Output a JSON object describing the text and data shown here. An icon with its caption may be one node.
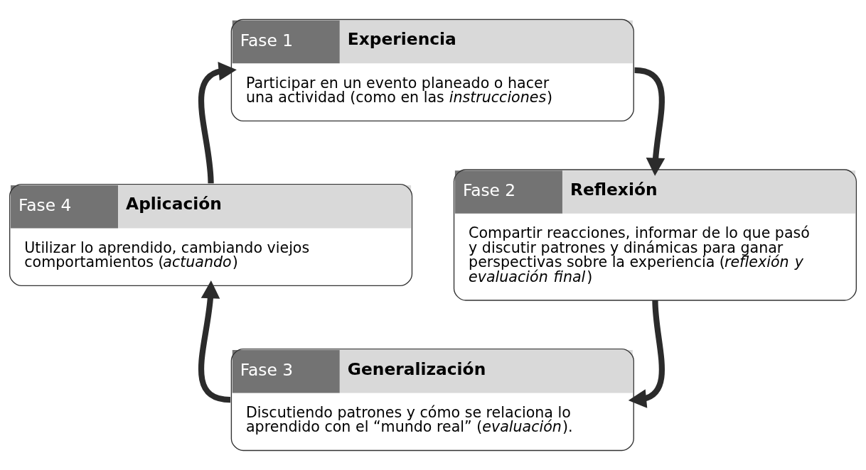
{
  "diagram": {
    "nodes": [
      {
        "text": [
          "Fase 1",
          "Experiencia",
          "Participar en un evento planeado o hacer una actividad (como en las *instrucciones*)"
        ]
      },
      {
        "text": [
          "Fase 4",
          "Aplicación",
          "Utilizar lo aprendido, cambiando viejos comportamientos (*actuando*)"
        ]
      },
      {
        "text": [
          "Fase 2",
          "Reflexión",
          "Compartir reacciones, informar de lo que pasó y discutir patrones y dinámicas para ganar perspectivas sobre la experiencia (*reflexión y evaluación final*)"
        ]
      },
      {
        "text": [
          "Fase 3",
          "Generalización",
          "Discutiendo patrones y cómo se relaciona lo aprendido con el “mundo real” (*evaluación*)."
        ]
      }
    ],
    "edges": [
      {
        "from": 0,
        "to": 2,
        "arrow": "to"
      },
      {
        "from": 2,
        "to": 3,
        "arrow": "to"
      },
      {
        "from": 3,
        "to": 1,
        "arrow": "to"
      },
      {
        "from": 1,
        "to": 0,
        "arrow": "to"
      }
    ]
  }
}
